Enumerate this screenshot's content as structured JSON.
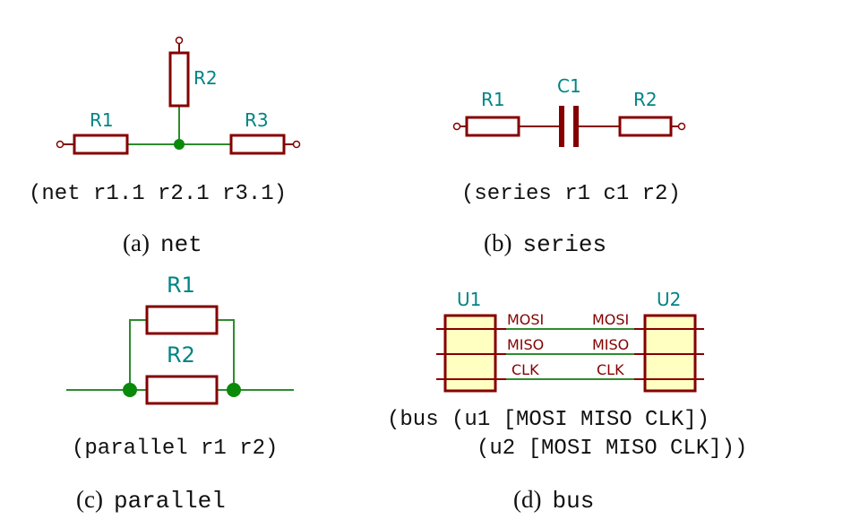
{
  "panel_a": {
    "labels": {
      "r1": "R1",
      "r2": "R2",
      "r3": "R3"
    },
    "code": "(net r1.1 r2.1 r3.1)",
    "caption_letter": "(a)",
    "caption_word": "net"
  },
  "panel_b": {
    "labels": {
      "r1": "R1",
      "c1": "C1",
      "r2": "R2"
    },
    "code": "(series r1 c1 r2)",
    "caption_letter": "(b)",
    "caption_word": "series"
  },
  "panel_c": {
    "labels": {
      "r1": "R1",
      "r2": "R2"
    },
    "code": "(parallel r1 r2)",
    "caption_letter": "(c)",
    "caption_word": "parallel"
  },
  "panel_d": {
    "labels": {
      "u1": "U1",
      "u2": "U2"
    },
    "signals": [
      "MOSI",
      "MISO",
      "CLK"
    ],
    "code_line1": "(bus (u1 [MOSI MISO CLK])",
    "code_line2": "(u2 [MOSI MISO CLK]))",
    "caption_letter": "(d)",
    "caption_word": "bus"
  }
}
